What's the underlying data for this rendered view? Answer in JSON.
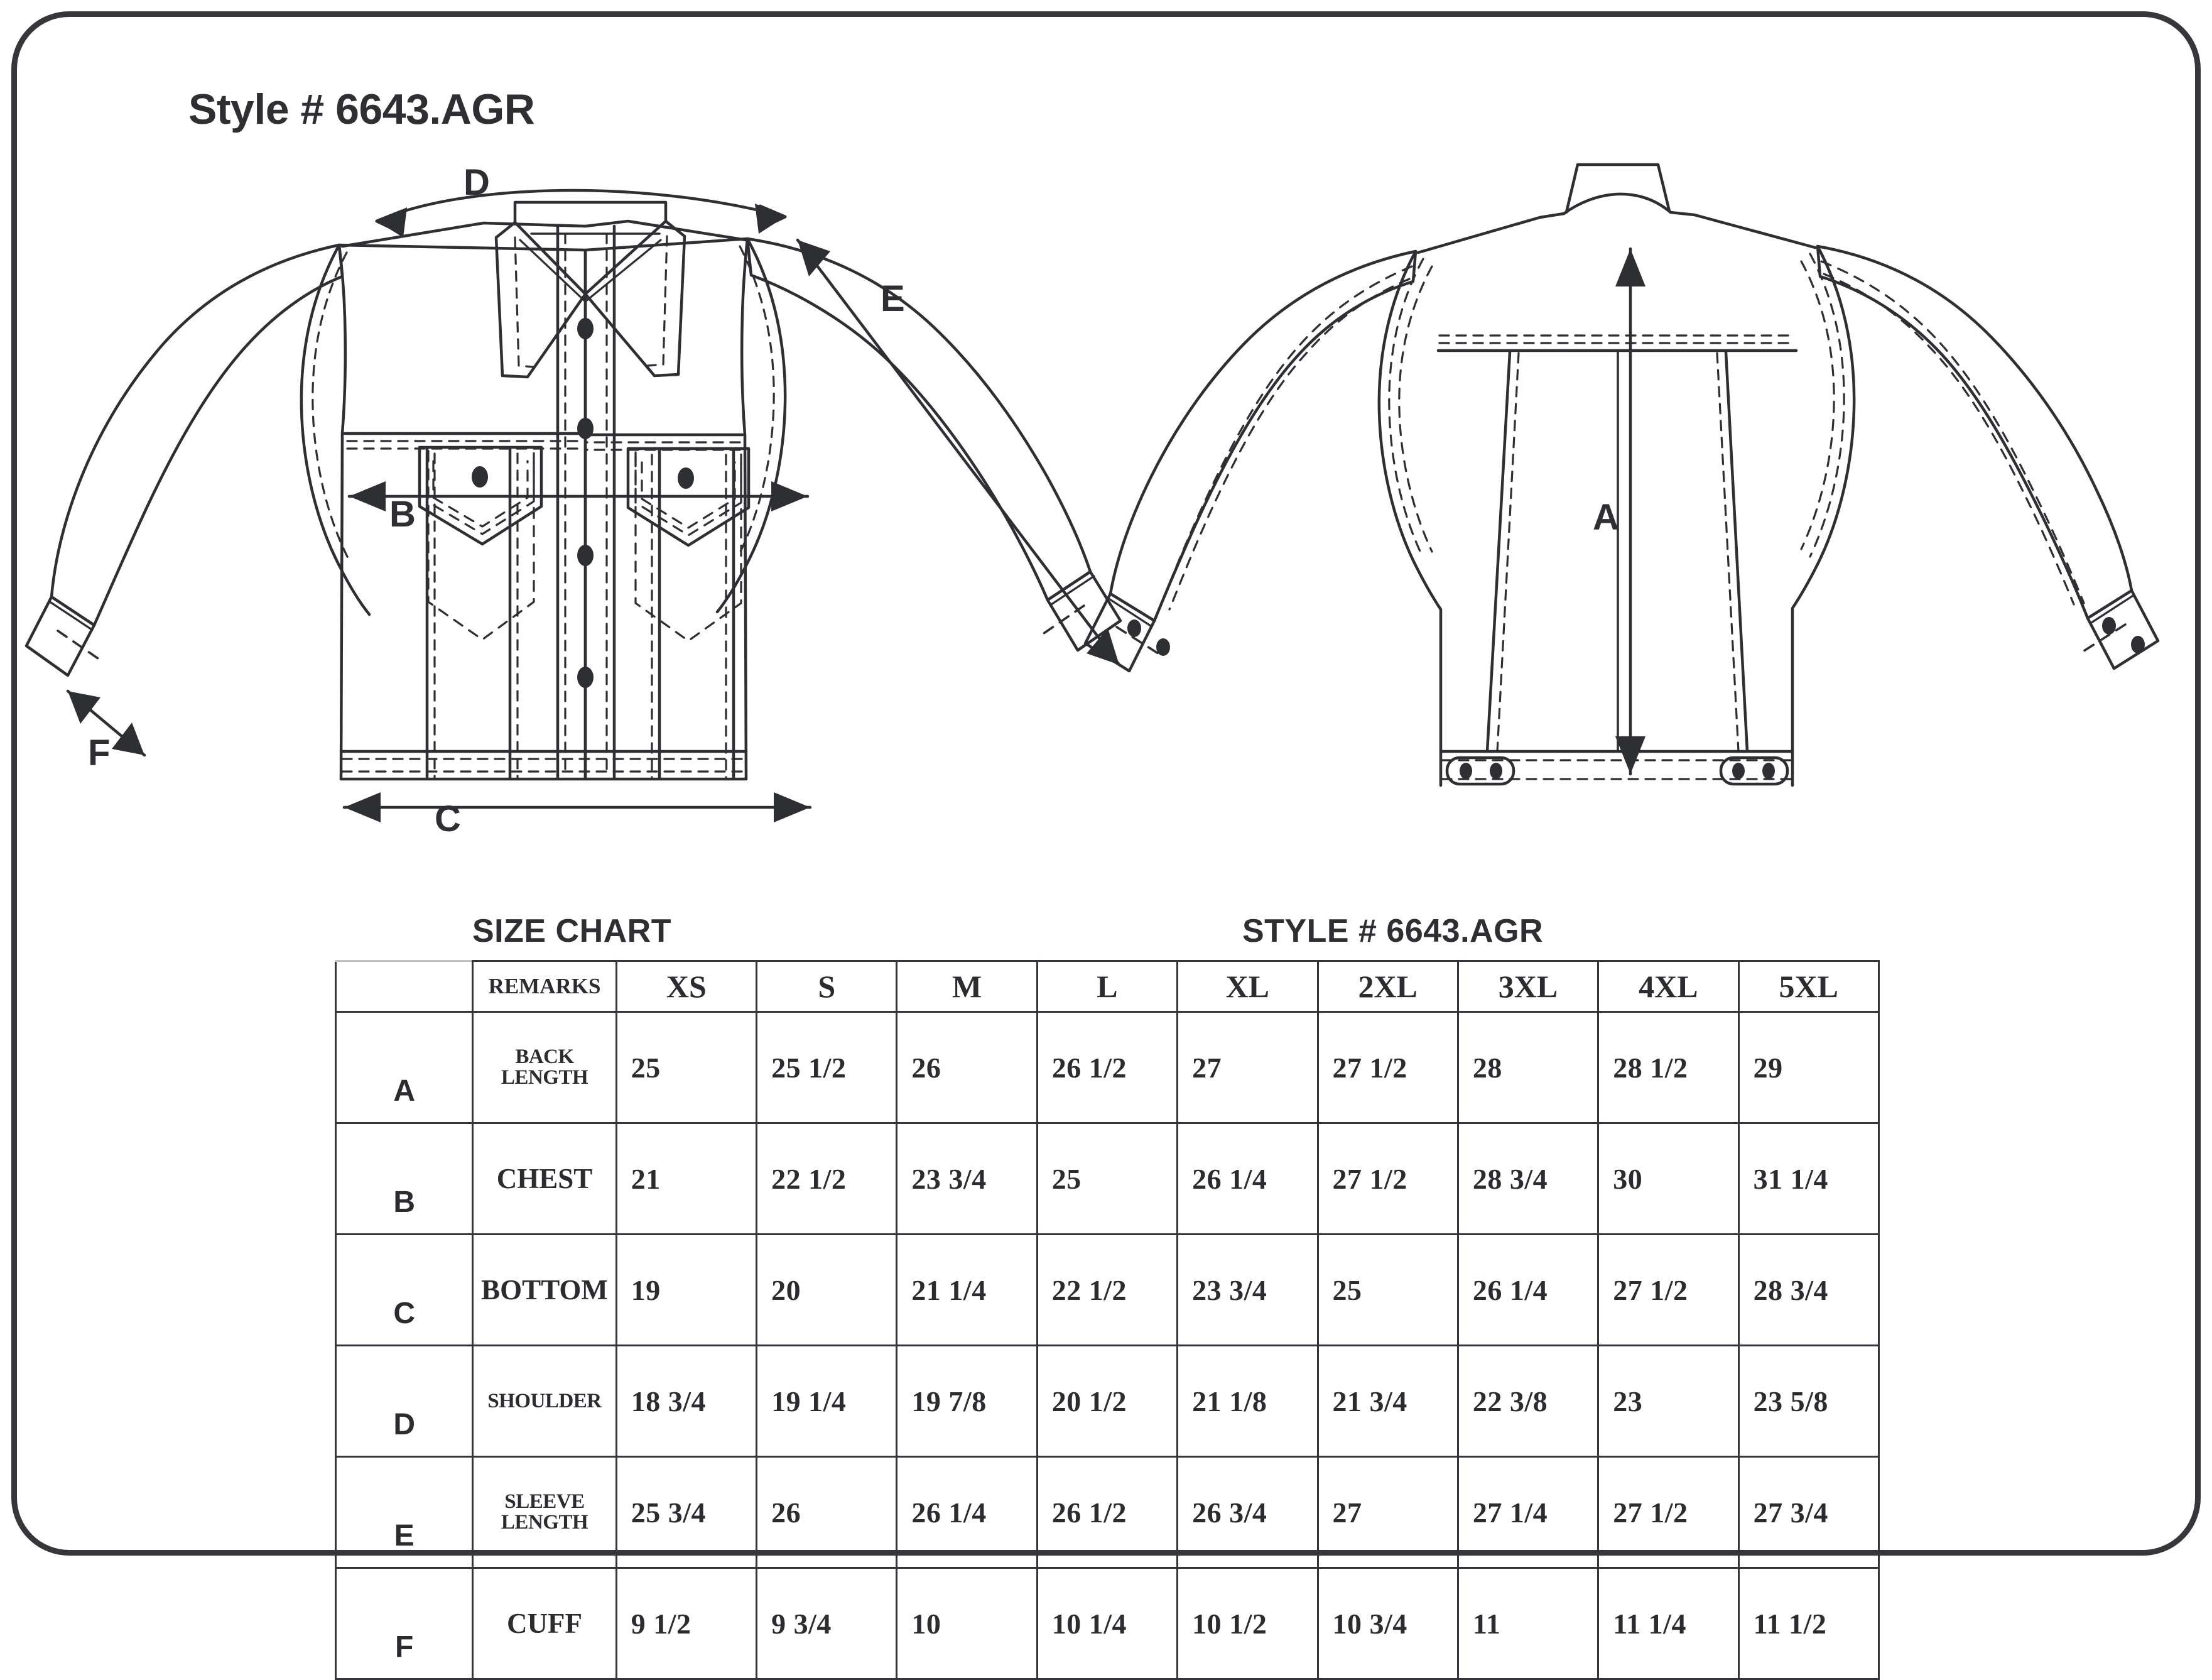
{
  "title": "Style # 6643.AGR",
  "headings": {
    "size_chart": "SIZE CHART",
    "style": "STYLE # 6643.AGR"
  },
  "callouts": {
    "a": "A",
    "b": "B",
    "c": "C",
    "d": "D",
    "e": "E",
    "f": "F"
  },
  "colors": {
    "line": "#2d2f33",
    "border": "#35373b",
    "table_rule": "#33353a",
    "background": "#ffffff"
  },
  "table": {
    "key_header": "",
    "remarks_header": "REMARKS",
    "sizes": [
      "XS",
      "S",
      "M",
      "L",
      "XL",
      "2XL",
      "3XL",
      "4XL",
      "5XL"
    ],
    "rows": [
      {
        "key": "A",
        "remark": "BACK LENGTH",
        "remark_size": "small",
        "values": [
          "25",
          "25 1/2",
          "26",
          "26 1/2",
          "27",
          "27 1/2",
          "28",
          "28 1/2",
          "29"
        ]
      },
      {
        "key": "B",
        "remark": "CHEST",
        "remark_size": "big",
        "values": [
          "21",
          "22 1/2",
          "23 3/4",
          "25",
          "26 1/4",
          "27 1/2",
          "28 3/4",
          "30",
          "31 1/4"
        ]
      },
      {
        "key": "C",
        "remark": "BOTTOM",
        "remark_size": "big",
        "values": [
          "19",
          "20",
          "21 1/4",
          "22 1/2",
          "23 3/4",
          "25",
          "26 1/4",
          "27 1/2",
          "28 3/4"
        ]
      },
      {
        "key": "D",
        "remark": "SHOULDER",
        "remark_size": "small",
        "values": [
          "18 3/4",
          "19 1/4",
          "19 7/8",
          "20 1/2",
          "21 1/8",
          "21 3/4",
          "22 3/8",
          "23",
          "23 5/8"
        ]
      },
      {
        "key": "E",
        "remark": "SLEEVE LENGTH",
        "remark_size": "small",
        "values": [
          "25 3/4",
          "26",
          "26 1/4",
          "26 1/2",
          "26 3/4",
          "27",
          "27 1/4",
          "27 1/2",
          "27 3/4"
        ]
      },
      {
        "key": "F",
        "remark": "CUFF",
        "remark_size": "big",
        "values": [
          "9 1/2",
          "9 3/4",
          "10",
          "10 1/4",
          "10 1/2",
          "10 3/4",
          "11",
          "11 1/4",
          "11 1/2"
        ]
      }
    ]
  },
  "illustrations": {
    "front": {
      "name": "denim-trucker-jacket-front-flat-sketch",
      "measure_lines": [
        "D shoulder arc",
        "B chest width",
        "C bottom width",
        "E sleeve length",
        "F cuff"
      ]
    },
    "back": {
      "name": "denim-trucker-jacket-back-flat-sketch",
      "measure_lines": [
        "A back length"
      ]
    }
  }
}
